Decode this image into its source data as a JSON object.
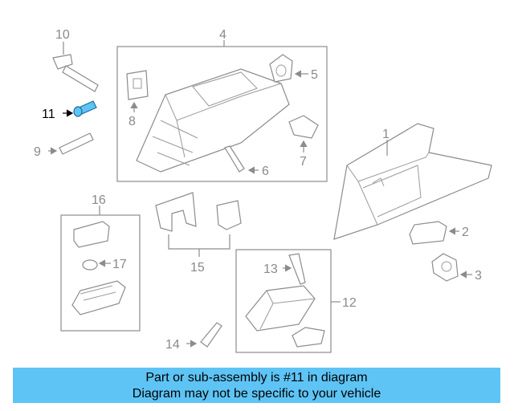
{
  "callouts": {
    "c1": "1",
    "c2": "2",
    "c3": "3",
    "c4": "4",
    "c5": "5",
    "c6": "6",
    "c7": "7",
    "c8": "8",
    "c9": "9",
    "c10": "10",
    "c11": "11",
    "c12": "12",
    "c13": "13",
    "c14": "14",
    "c15": "15",
    "c16": "16",
    "c17": "17"
  },
  "highlight": {
    "part_number": "11",
    "color": "#5ec4f5"
  },
  "banner": {
    "line1": "Part or sub-assembly is #11 in diagram",
    "line2": "Diagram may not be specific to your vehicle"
  }
}
